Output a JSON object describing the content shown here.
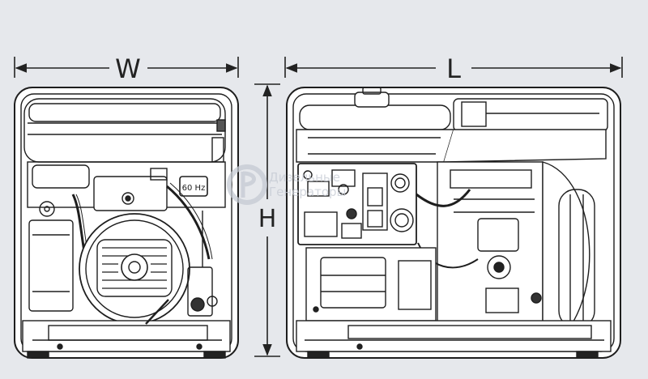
{
  "dimensions": {
    "width_label": "W",
    "length_label": "L",
    "height_label": "H"
  },
  "front_view": {
    "frequency_badge": "60 Hz"
  },
  "side_view": {},
  "watermark": {
    "text_line1": "Дизельные",
    "text_line2": "Генераторы"
  },
  "colors": {
    "background": "#e6e8ec",
    "line": "#1e1e1e",
    "dimension": "#222222",
    "watermark": "#c5cad3"
  }
}
